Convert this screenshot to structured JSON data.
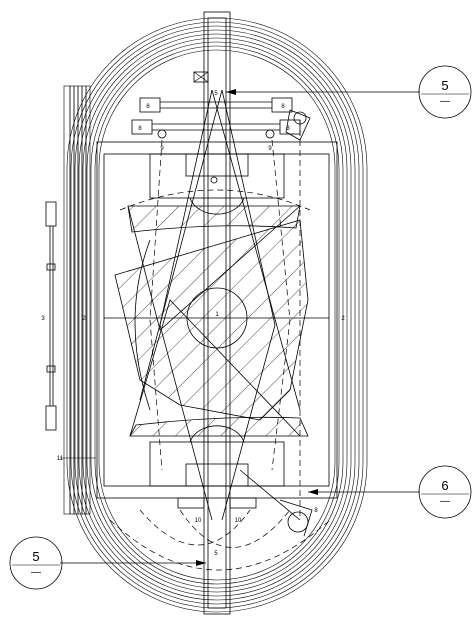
{
  "labels": {
    "field_center": "1",
    "side_left": "2",
    "side_right": "2",
    "stand": "3",
    "box_top": "5",
    "box_bottom": "5",
    "fixture_a": "8",
    "fixture_b": "8",
    "fixture_c": "8",
    "fixture_d": "8",
    "pit_left": "9",
    "pit_right": "9",
    "jump_left": "10",
    "jump_right": "10",
    "stairs": "11",
    "corner_bottom": "8"
  },
  "section_marks": [
    {
      "id": "top-right",
      "number": "5",
      "sub": "—"
    },
    {
      "id": "bottom-right",
      "number": "6",
      "sub": "—"
    },
    {
      "id": "bottom-left",
      "number": "5",
      "sub": "—"
    }
  ]
}
